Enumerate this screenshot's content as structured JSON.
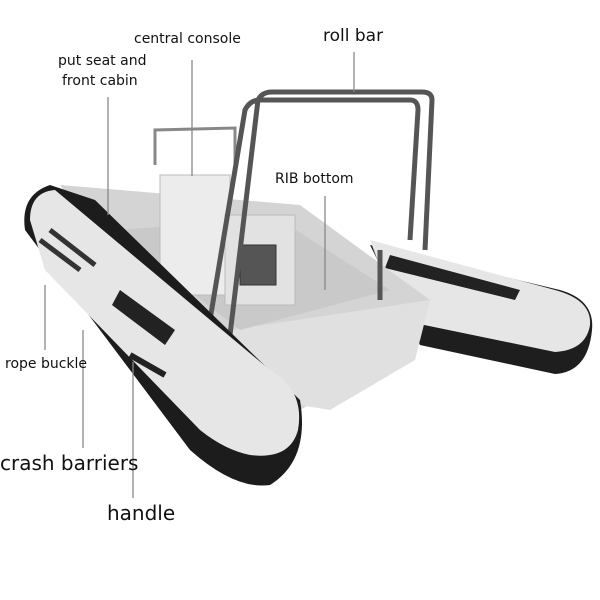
{
  "labels": {
    "central_console": "central console",
    "roll_bar": "roll bar",
    "put_seat_line1": "put seat and",
    "put_seat_line2": "front cabin",
    "rib_bottom": "RIB bottom",
    "rope_buckle": "rope buckle",
    "crash_barriers": "crash barriers",
    "handle": "handle"
  },
  "colors": {
    "tube": "#e4e4e4",
    "tube_dark": "#1c1c1c",
    "hull": "#d8d8d8",
    "leader_line": "#888888"
  }
}
